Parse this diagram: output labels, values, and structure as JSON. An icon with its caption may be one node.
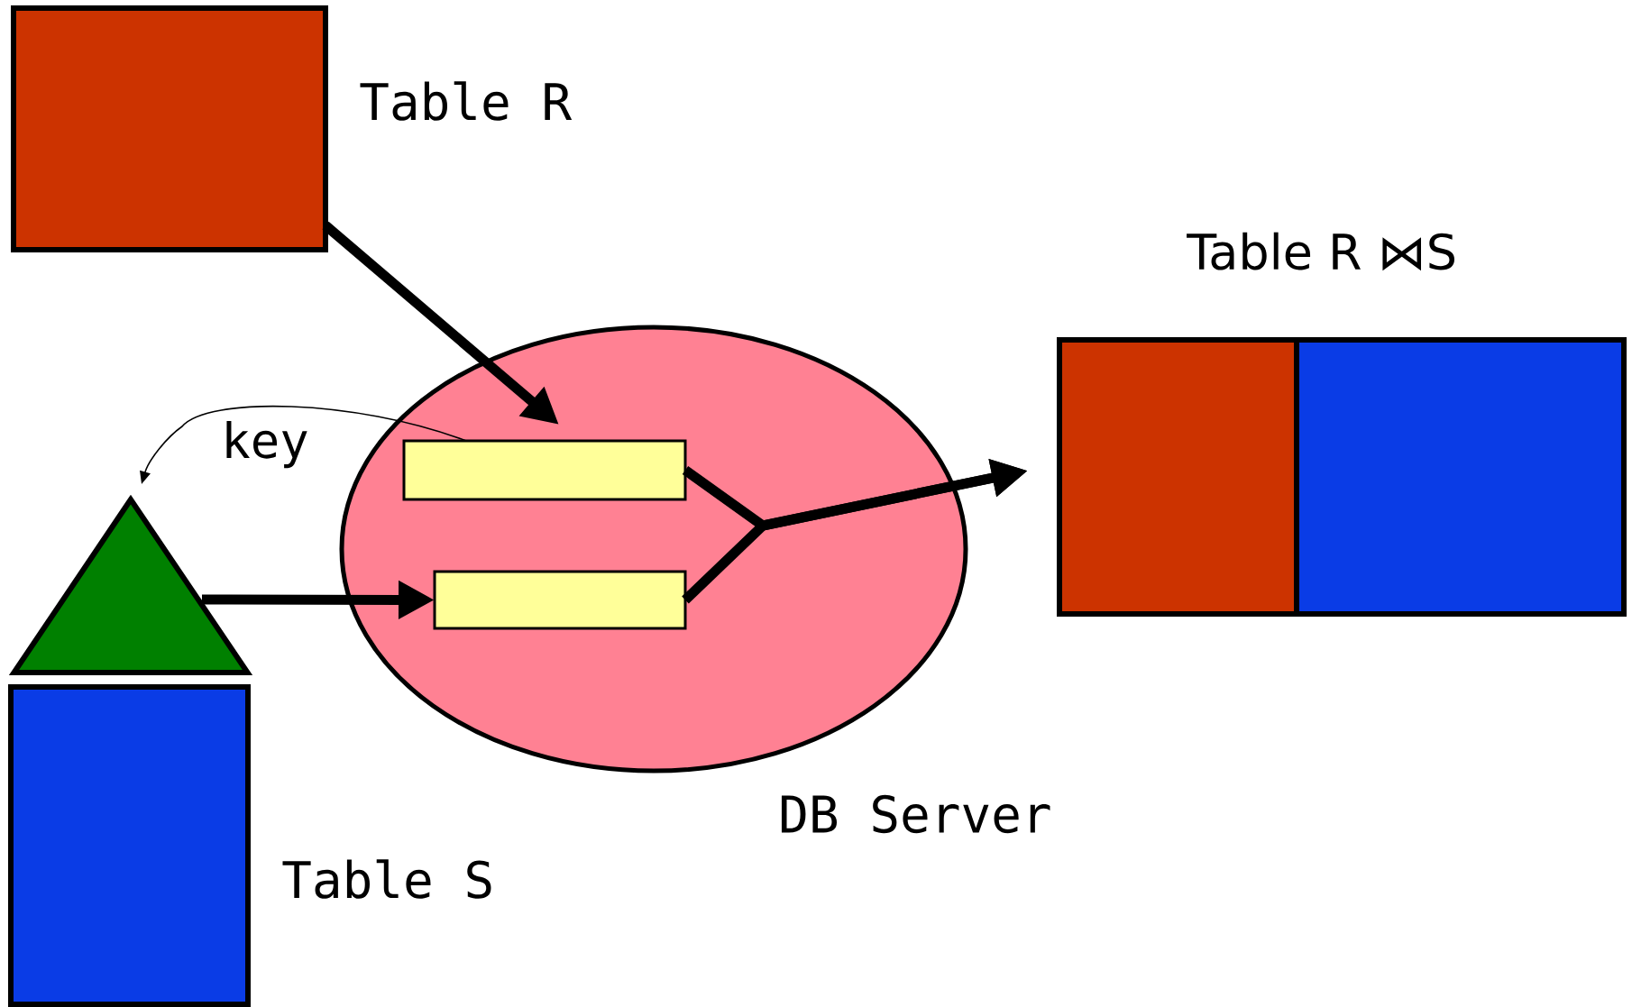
{
  "diagram": {
    "nodes": [
      {
        "text": [],
        "shape": "box",
        "beside": [
          "Table R"
        ]
      },
      {
        "text": [],
        "shape": "ellipse",
        "beside": [
          "DB Server"
        ]
      },
      {
        "text": [],
        "shape": "box",
        "in": 1
      },
      {
        "text": [],
        "shape": "box",
        "in": 1
      },
      {
        "text": [],
        "shape": "triangle"
      },
      {
        "text": [],
        "shape": "box",
        "beside": [
          "Table S"
        ]
      },
      {
        "text": [],
        "shape": "box"
      },
      {
        "text": [],
        "shape": "box"
      }
    ],
    "edges": [
      {
        "from": 0,
        "to": 2,
        "arrow": "to"
      },
      {
        "from": 4,
        "to": 3,
        "arrow": "to"
      },
      {
        "from": 2,
        "to": 4,
        "arrow": "to",
        "label": "key"
      },
      {
        "from": 2,
        "to": 6,
        "arrow": "to"
      },
      {
        "from": 3,
        "to": 6,
        "arrow": "to"
      }
    ],
    "labels": [
      "Table R ⋈S"
    ]
  }
}
